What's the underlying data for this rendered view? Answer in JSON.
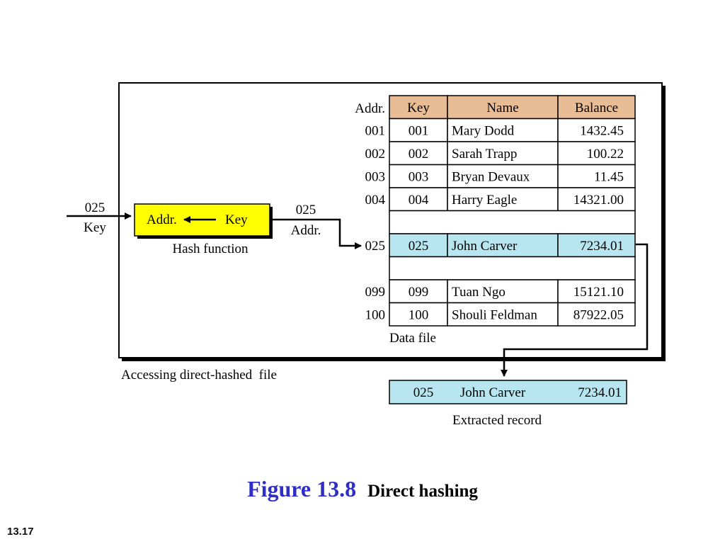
{
  "diagram": {
    "input_key_value": "025",
    "input_key_label": "Key",
    "hash_box": {
      "left": "Addr.",
      "right": "Key",
      "caption": "Hash function",
      "fill": "#ffff00"
    },
    "output_addr_value": "025",
    "output_addr_label": "Addr.",
    "table": {
      "addr_header": "Addr.",
      "headers": [
        "Key",
        "Name",
        "Balance"
      ],
      "header_fill": "#e8bc94",
      "highlight_fill": "#b8e6f0",
      "rows": [
        {
          "addr": "001",
          "key": "001",
          "name": "Mary Dodd",
          "balance": "1432.45"
        },
        {
          "addr": "002",
          "key": "002",
          "name": "Sarah Trapp",
          "balance": "100.22"
        },
        {
          "addr": "003",
          "key": "003",
          "name": "Bryan Devaux",
          "balance": "11.45"
        },
        {
          "addr": "004",
          "key": "004",
          "name": "Harry Eagle",
          "balance": "14321.00"
        },
        {
          "addr": "",
          "key": "",
          "name": "",
          "balance": ""
        },
        {
          "addr": "025",
          "key": "025",
          "name": "John Carver",
          "balance": "7234.01",
          "highlight": true
        },
        {
          "addr": "",
          "key": "",
          "name": "",
          "balance": ""
        },
        {
          "addr": "099",
          "key": "099",
          "name": "Tuan Ngo",
          "balance": "15121.10"
        },
        {
          "addr": "100",
          "key": "100",
          "name": "Shouli Feldman",
          "balance": "87922.05"
        }
      ],
      "caption": "Data file"
    },
    "panel_caption": "Accessing direct-hashed  file",
    "extracted": {
      "key": "025",
      "name": "John Carver",
      "balance": "7234.01",
      "caption": "Extracted record"
    }
  },
  "figure": {
    "number": "Figure 13.8",
    "title": "Direct hashing"
  },
  "slide_number": "13.17"
}
